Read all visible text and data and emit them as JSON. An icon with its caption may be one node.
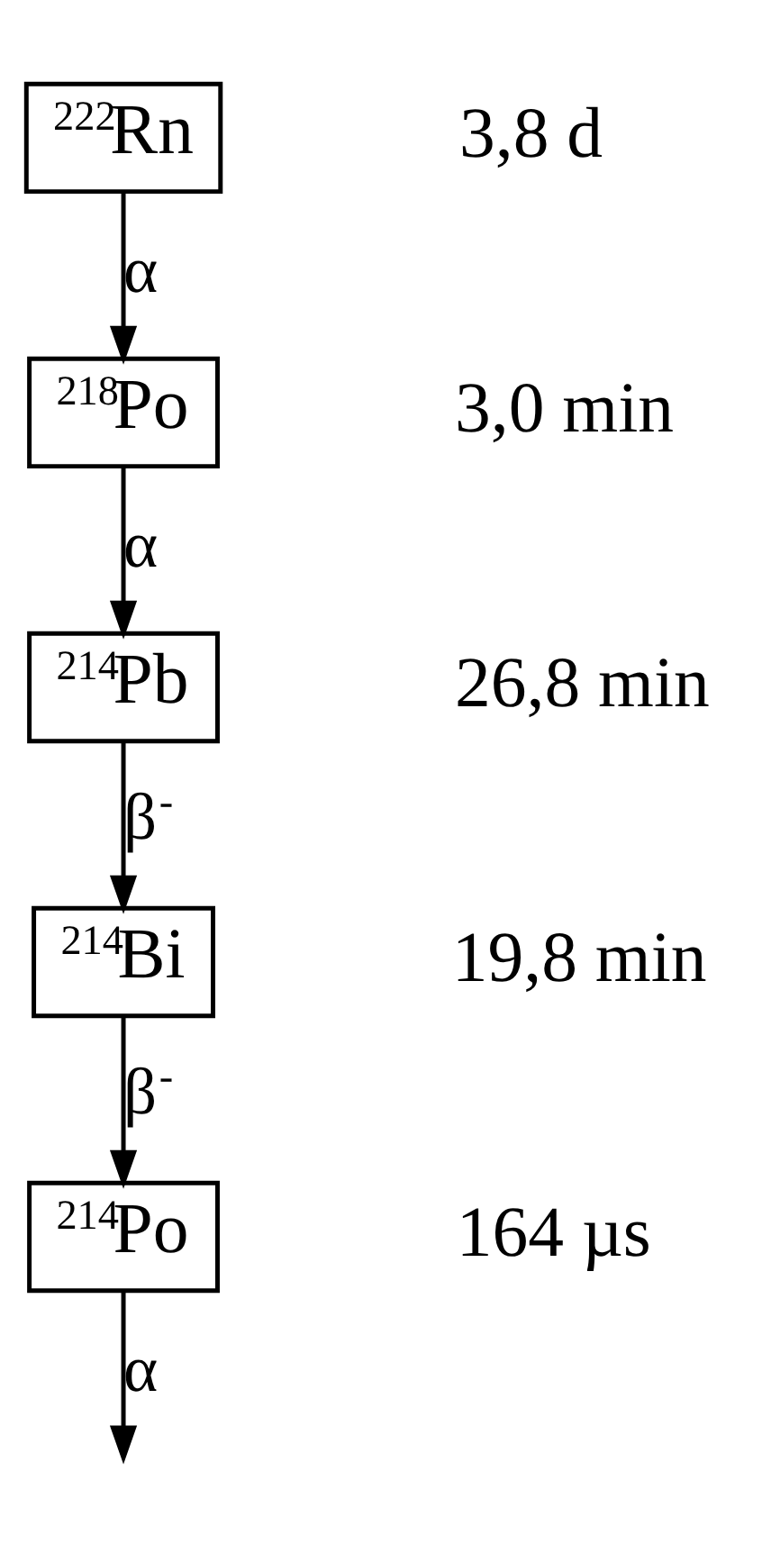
{
  "diagram": {
    "nodes": [
      {
        "text": [
          "$^{222}$Rn"
        ],
        "beside": [
          "3,8 d"
        ]
      },
      {
        "text": [
          "$^{218}$Po"
        ],
        "beside": [
          "3,0 min"
        ]
      },
      {
        "text": [
          "$^{214}$Pb"
        ],
        "beside": [
          "26,8 min"
        ]
      },
      {
        "text": [
          "$^{214}$Bi"
        ],
        "beside": [
          "19,8 min"
        ]
      },
      {
        "text": [
          "$^{214}$Po"
        ],
        "beside": [
          "164 µs"
        ]
      }
    ],
    "edges": [
      {
        "from": 0,
        "to": 1,
        "arrow": "to",
        "label": "α"
      },
      {
        "from": 1,
        "to": 2,
        "arrow": "to",
        "label": "α"
      },
      {
        "from": 2,
        "to": 3,
        "arrow": "to",
        "label": "β$^{-}$"
      },
      {
        "from": 3,
        "to": 4,
        "arrow": "to",
        "label": "β$^{-}$"
      },
      {
        "from": 4,
        "to": null,
        "arrow": "to",
        "label": "α"
      }
    ]
  }
}
